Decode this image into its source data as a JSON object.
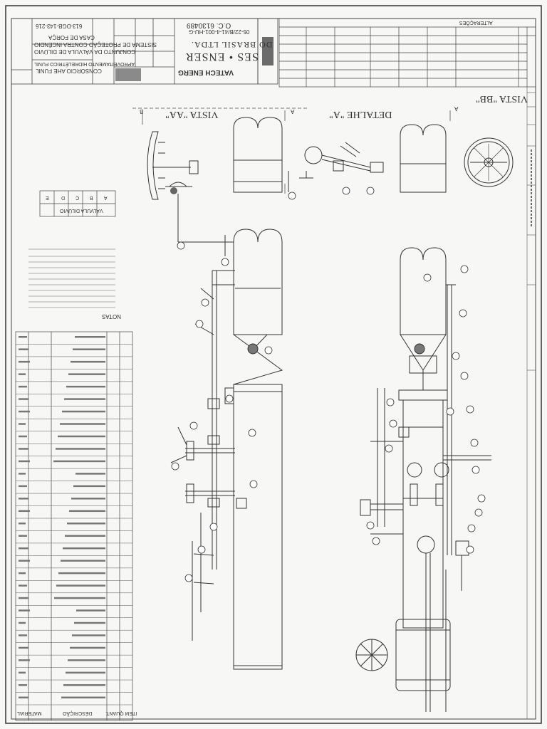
{
  "title_block": {
    "project_line1": "CONSÓRCIO AHE FUNIL",
    "project_line2": "APROVEITAMENTO HIDRELÉTRICO FUNIL",
    "drawing_line1": "CONJUNTO DA VÁLVULA DE DILÚVIO",
    "drawing_line2": "SISTEMA DE PROTEÇÃO CONTRA INCÊNDIO",
    "drawing_line3": "CASA DE FORÇA",
    "drawing_number": "613-DGB-143-216",
    "company1": "VATECH ENERG",
    "company2_line1": "SES • ENSER",
    "company2_line2": "DO BRASIL LTDA.",
    "order_ref": "O.C. 6130489",
    "doc_ref": "05-22/B/41-4-001-HU-G"
  },
  "views": {
    "vista_aa": "VISTA \"AA\"",
    "detalhe_a": "DETALHE \"A\"",
    "vista_bb": "VISTA \"BB\"",
    "marker_a": "A",
    "marker_b": "B"
  },
  "notes": {
    "heading": "NOTAS"
  },
  "valve_table": {
    "header": "VÁLVULA DILÚVIO",
    "cols": [
      "A",
      "B",
      "C",
      "D",
      "E"
    ]
  },
  "parts_list": {
    "col_item": "ITEM QUANT.",
    "col_desc": "DESCRIÇÃO",
    "col_mat": "MATERIAL"
  },
  "revisions_header": "ALTERAÇÕES"
}
